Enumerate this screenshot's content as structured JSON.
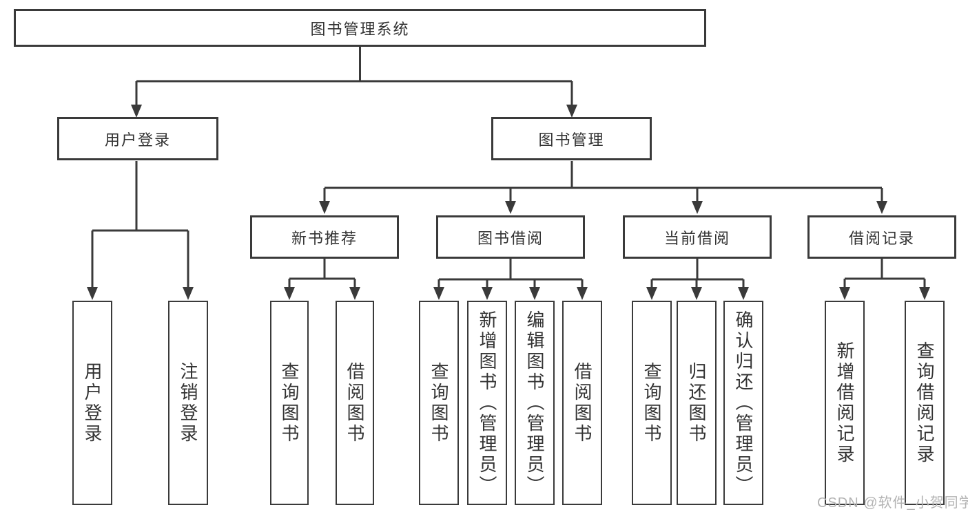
{
  "watermark": "CSDN @软件_小贺同学",
  "colors": {
    "line": "#3a3a3a",
    "text": "#333333",
    "background": "#ffffff",
    "watermark": "#b3b3b3"
  },
  "tree": {
    "root": {
      "label": "图书管理系统"
    },
    "branches": [
      {
        "label": "用户登录",
        "children": [
          {
            "label": "用户登录"
          },
          {
            "label": "注销登录"
          }
        ]
      },
      {
        "label": "图书管理",
        "children": [
          {
            "label": "新书推荐",
            "children": [
              {
                "label": "查询图书"
              },
              {
                "label": "借阅图书"
              }
            ]
          },
          {
            "label": "图书借阅",
            "children": [
              {
                "label": "查询图书"
              },
              {
                "label": "新增图书（管理员）"
              },
              {
                "label": "编辑图书（管理员）"
              },
              {
                "label": "借阅图书"
              }
            ]
          },
          {
            "label": "当前借阅",
            "children": [
              {
                "label": "查询图书"
              },
              {
                "label": "归还图书"
              },
              {
                "label": "确认归还（管理员）"
              }
            ]
          },
          {
            "label": "借阅记录",
            "children": [
              {
                "label": "新增借阅记录"
              },
              {
                "label": "查询借阅记录"
              }
            ]
          }
        ]
      }
    ]
  }
}
